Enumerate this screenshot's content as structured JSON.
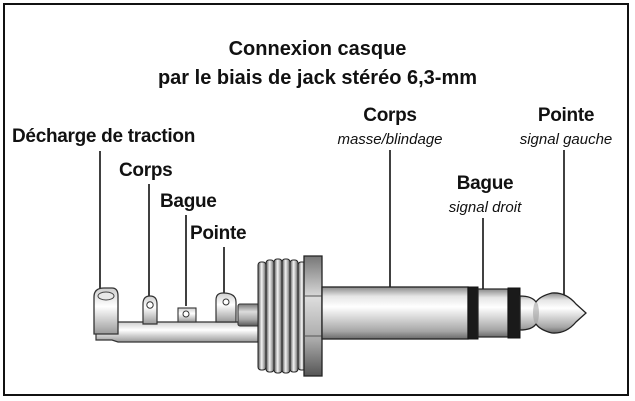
{
  "title": {
    "line1": "Connexion casque",
    "line2": "par le biais de jack stéréo 6,3-mm"
  },
  "labels": {
    "strain_relief": "Décharge de traction",
    "body_left": "Corps",
    "ring_left": "Bague",
    "tip_left": "Pointe",
    "body_right": "Corps",
    "body_right_sub": "masse/blindage",
    "ring_right": "Bague",
    "ring_right_sub": "signal droit",
    "tip_right": "Pointe",
    "tip_right_sub": "signal gauche"
  },
  "colors": {
    "ink": "#111111",
    "metal_light": "#f2f2f2",
    "metal_mid": "#b8b8b8",
    "metal_dark": "#555555",
    "insulator": "#1a1a1a"
  }
}
